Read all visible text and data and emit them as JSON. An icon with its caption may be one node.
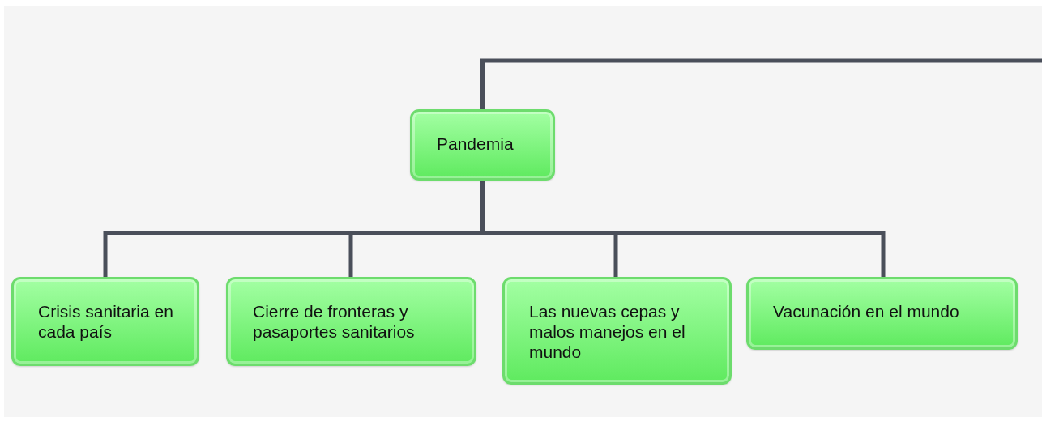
{
  "diagram": {
    "nodes": [
      {
        "text": [
          "Pandemia"
        ]
      },
      {
        "text": [
          "Crisis sanitaria en cada país"
        ]
      },
      {
        "text": [
          "Cierre de fronteras y pasaportes sanitarios"
        ]
      },
      {
        "text": [
          "Las nuevas cepas y malos manejos en el mundo"
        ]
      },
      {
        "text": [
          "Vacunación en el mundo"
        ]
      }
    ],
    "edges": [
      {
        "from": null,
        "to": 0,
        "arrow": "none"
      },
      {
        "from": 0,
        "to": 1,
        "arrow": "none"
      },
      {
        "from": 0,
        "to": 2,
        "arrow": "none"
      },
      {
        "from": 0,
        "to": 3,
        "arrow": "none"
      },
      {
        "from": 0,
        "to": 4,
        "arrow": "none"
      }
    ]
  }
}
